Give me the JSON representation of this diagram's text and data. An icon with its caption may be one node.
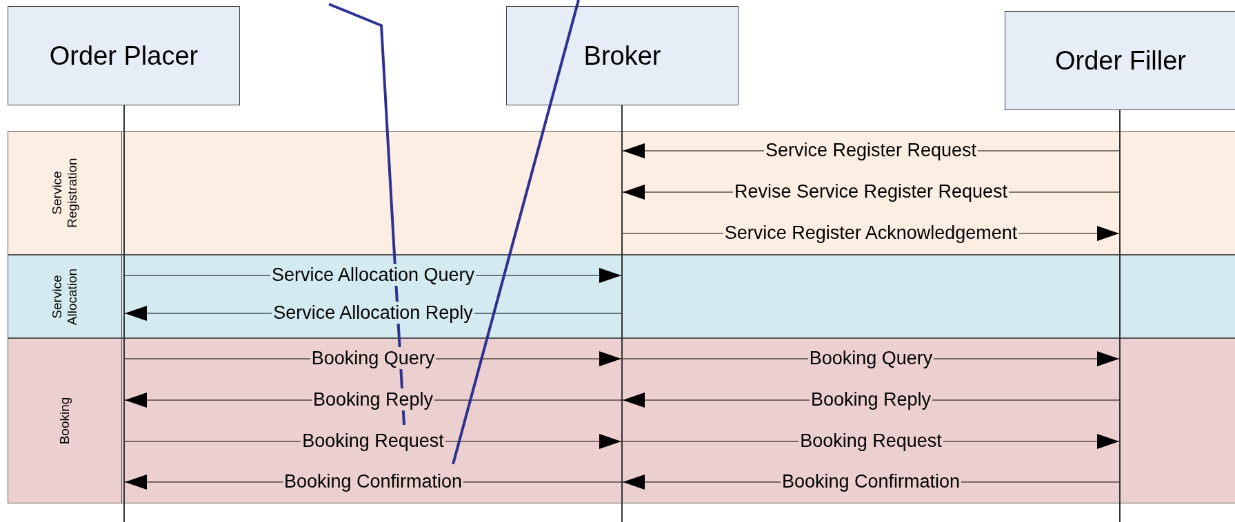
{
  "diagram": {
    "nodes": [
      {
        "text": [
          "Order Placer"
        ]
      },
      {
        "text": [
          "Broker"
        ]
      },
      {
        "text": [
          "Order Filler"
        ]
      },
      {
        "text": [
          "Service Registration"
        ]
      },
      {
        "text": [
          "Service Allocation"
        ]
      },
      {
        "text": [
          "Booking"
        ]
      },
      {
        "text": [],
        "shape": "line"
      },
      {
        "text": [],
        "shape": "line"
      },
      {
        "text": [],
        "shape": "line"
      }
    ],
    "edges": [
      {
        "from": 8,
        "to": 7,
        "arrow": "to",
        "label": "Service Register Request"
      },
      {
        "from": 8,
        "to": 7,
        "arrow": "to",
        "label": "Revise Service Register Request"
      },
      {
        "from": 7,
        "to": 8,
        "arrow": "to",
        "label": "Service Register Acknowledgement"
      },
      {
        "from": 6,
        "to": 7,
        "arrow": "to",
        "label": "Service Allocation Query"
      },
      {
        "from": 7,
        "to": 6,
        "arrow": "to",
        "label": "Service Allocation Reply"
      },
      {
        "from": 6,
        "to": 7,
        "arrow": "to",
        "label": "Booking Query"
      },
      {
        "from": 7,
        "to": 8,
        "arrow": "to",
        "label": "Booking Query"
      },
      {
        "from": 7,
        "to": 6,
        "arrow": "to",
        "label": "Booking Reply"
      },
      {
        "from": 8,
        "to": 7,
        "arrow": "to",
        "label": "Booking Reply"
      },
      {
        "from": 6,
        "to": 7,
        "arrow": "to",
        "label": "Booking Request"
      },
      {
        "from": 7,
        "to": 8,
        "arrow": "to",
        "label": "Booking Request"
      },
      {
        "from": 7,
        "to": 6,
        "arrow": "to",
        "label": "Booking Confirmation"
      },
      {
        "from": 8,
        "to": 7,
        "arrow": "to",
        "label": "Booking Confirmation"
      }
    ]
  }
}
